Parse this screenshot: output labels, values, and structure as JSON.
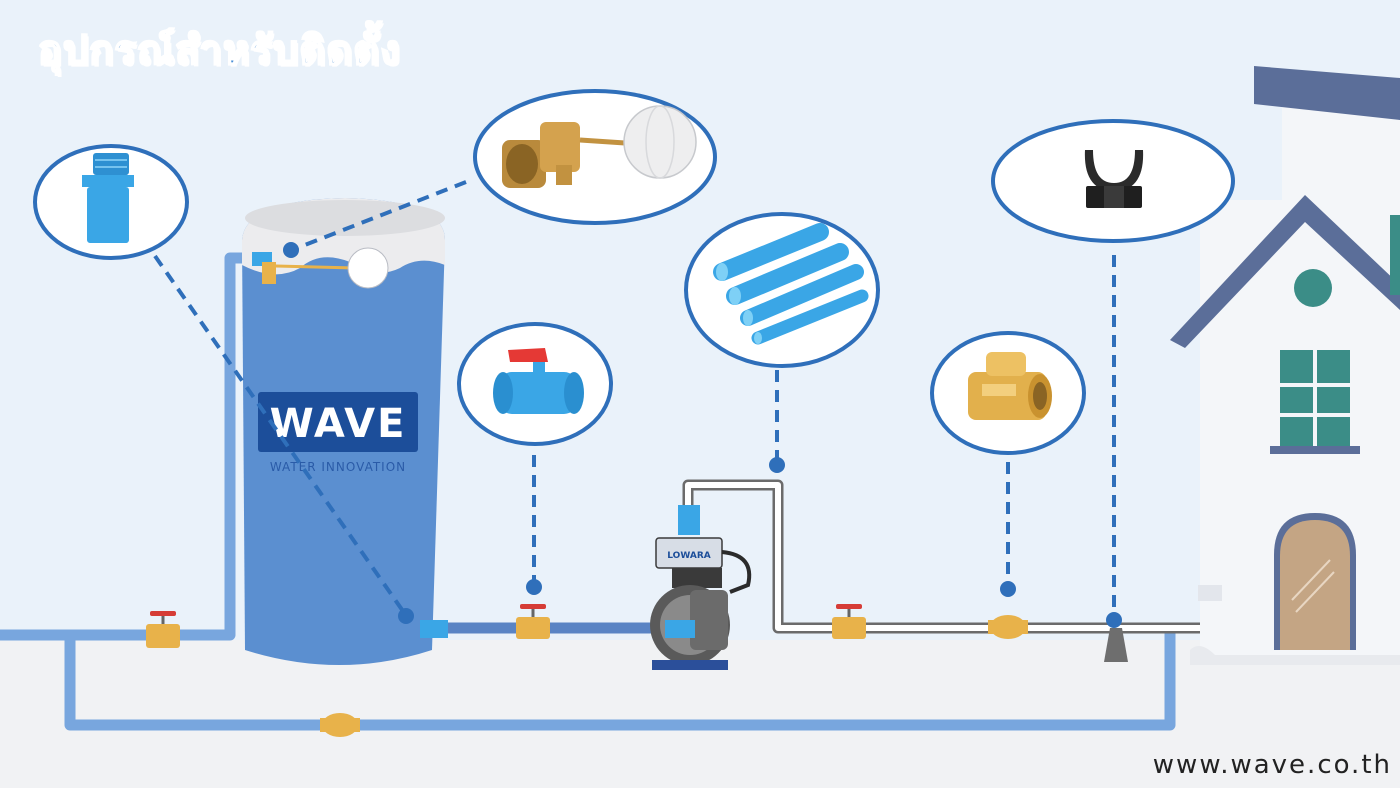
{
  "title": "อุปกรณ์สำหรับติดตั้ง",
  "website": "www.wave.co.th",
  "tank": {
    "brand": "WAVE",
    "tagline": "WATER INNOVATION"
  },
  "pump": {
    "brand": "LOWARA"
  },
  "callouts": [
    {
      "name": "pvc-adapter",
      "icon": "pvc-socket-adapter-icon"
    },
    {
      "name": "float-valve",
      "icon": "float-valve-icon"
    },
    {
      "name": "pvc-ball-valve",
      "icon": "ball-valve-icon"
    },
    {
      "name": "pvc-pipes",
      "icon": "pvc-pipe-icon"
    },
    {
      "name": "check-valve",
      "icon": "brass-check-valve-icon"
    },
    {
      "name": "pipe-clip",
      "icon": "pipe-clip-icon"
    }
  ],
  "colors": {
    "background": "#eaf2fa",
    "ground": "#f1f2f4",
    "tank": "#5b8fd0",
    "pipe": "#78a6de",
    "callout_border": "#2f6fba",
    "pvc_blue": "#3aa6e6",
    "brass": "#e8b24a",
    "house_roof": "#5b6e99",
    "house_wall": "#f4f6f9",
    "window": "#3b8d87",
    "door": "#b89a7a"
  }
}
